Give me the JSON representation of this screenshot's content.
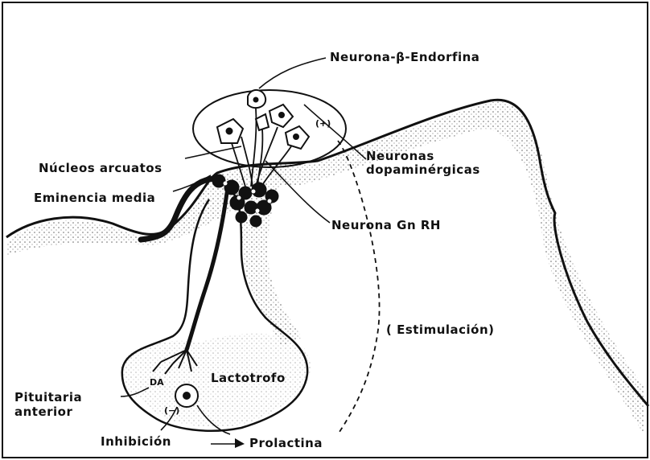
{
  "labels": {
    "beta_endorphin": "Neurona-β-Endorfina",
    "arcuate_nuclei": "Núcleos arcuatos",
    "dopaminergic_line1": "Neuronas",
    "dopaminergic_line2": "dopaminérgicas",
    "median_eminence": "Eminencia media",
    "gnrh_neuron": "Neurona Gn RH",
    "stimulation": "( Estimulación)",
    "lactotroph": "Lactotrofo",
    "anterior_pituitary_line1": "Pituitaria",
    "anterior_pituitary_line2": "anterior",
    "inhibition": "Inhibición",
    "prolactin": "Prolactina",
    "da": "DA",
    "plus_sign": "(+)",
    "minus_sign": "(−)"
  },
  "colors": {
    "ink": "#111111",
    "background": "#ffffff",
    "stipple": "#555555"
  }
}
